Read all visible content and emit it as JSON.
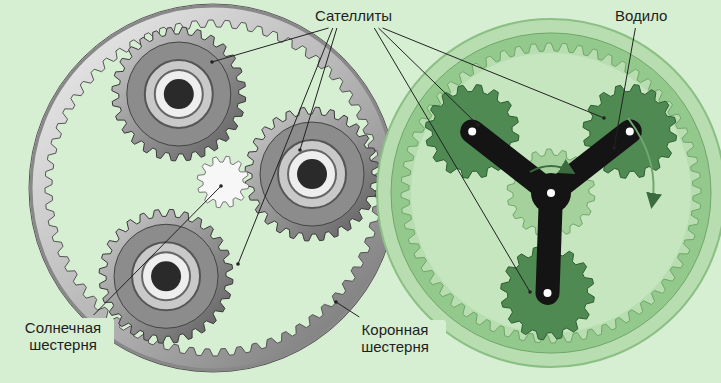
{
  "diagram": {
    "labels": [
      "Сателлиты",
      "Водило",
      "Солнечная шестерня",
      "Коронная шестерня"
    ]
  }
}
